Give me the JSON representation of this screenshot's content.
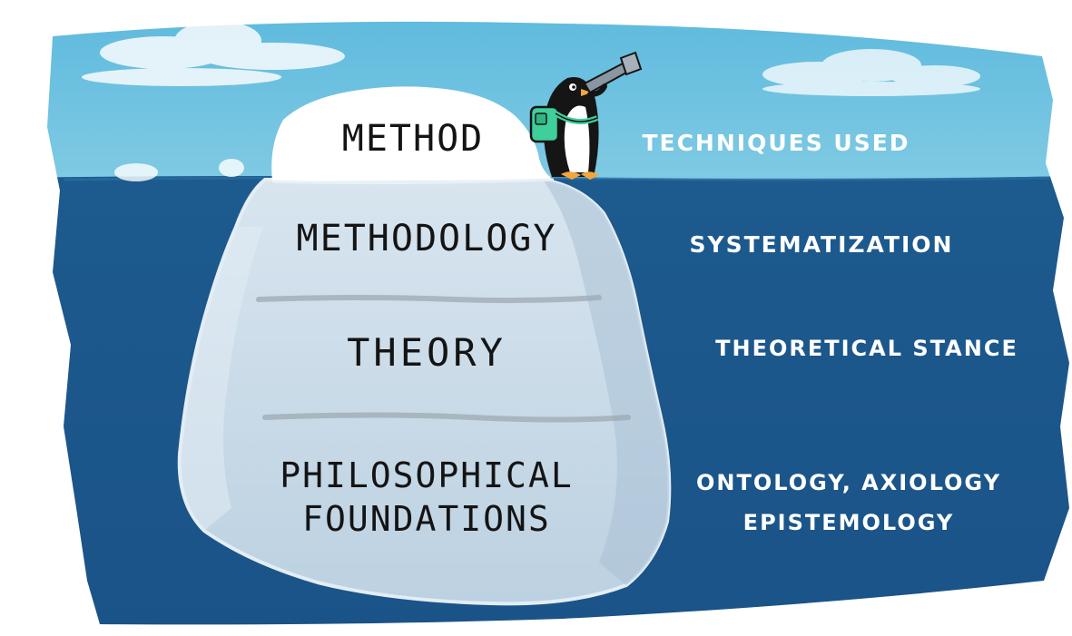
{
  "layers": [
    {
      "name": "METHOD",
      "description": "TECHNIQUES USED"
    },
    {
      "name": "METHODOLOGY",
      "description": "SYSTEMATIZATION"
    },
    {
      "name": "THEORY",
      "description": "THEORETICAL STANCE"
    },
    {
      "name_lines": [
        "PHILOSOPHICAL",
        "FOUNDATIONS"
      ],
      "description_lines": [
        "ONTOLOGY, AXIOLOGY",
        "EPISTEMOLOGY"
      ]
    }
  ],
  "colors": {
    "sky": "#6cc3e0",
    "sea": "#1f5f92",
    "ice_tip": "#ffffff",
    "ice_underwater": "#c9dbe8",
    "ink": "#141414",
    "penguin_accent": "#3ecf9a"
  },
  "icons": [
    "cloud-icon",
    "penguin-icon",
    "telescope-icon",
    "backpack-icon"
  ]
}
